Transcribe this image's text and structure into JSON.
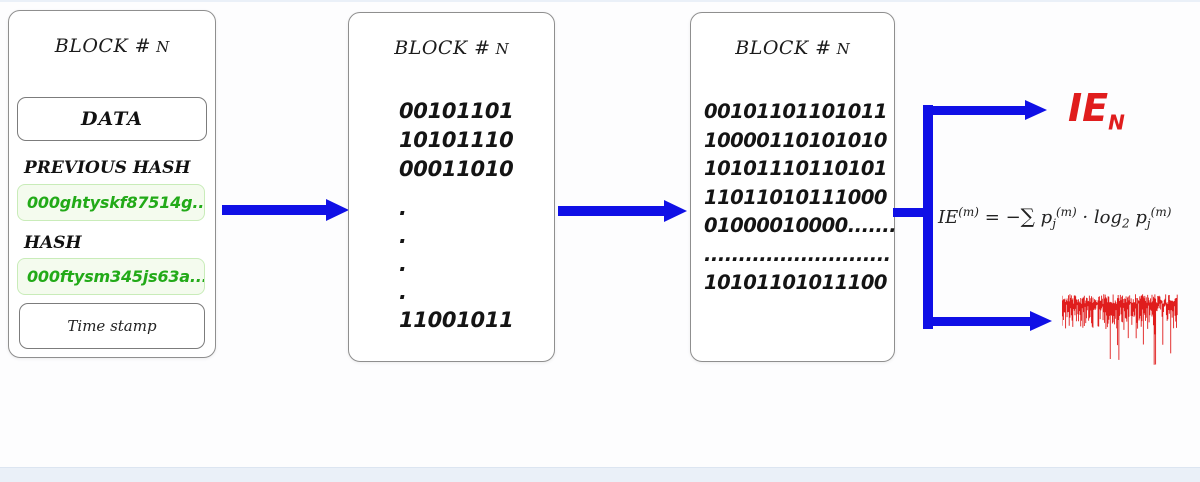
{
  "colors": {
    "arrow_blue": "#1010e6",
    "hash_green": "#22aa18",
    "hash_bg": "#f4fbee",
    "hash_border": "#c9ecb9",
    "accent_red": "#e01d1d",
    "block_border": "#8f8f8f",
    "inner_border": "#7c7c7c",
    "footer_bar": "#eaf0f8"
  },
  "block1": {
    "title": "BLOCK #",
    "title_n": "N",
    "data_label": "DATA",
    "previous_hash_label": "PREVIOUS HASH",
    "previous_hash_value": "000ghtyskf87514g...",
    "hash_label": "HASH",
    "hash_value": "000ftysm345js63a...",
    "timestamp_label": "Time stamp"
  },
  "block2": {
    "title": "BLOCK #",
    "title_n": "N",
    "lines": [
      "00101101",
      "10101110",
      "00011010"
    ],
    "dots": [
      ".",
      ".",
      ".",
      "."
    ],
    "last_line": "11001011"
  },
  "block3": {
    "title": "BLOCK #",
    "title_n": "N",
    "lines": [
      "00101101101011",
      "10000110101010",
      "10101110110101",
      "11011010111000",
      "01000010000.......",
      "...........................",
      "10101101011100"
    ]
  },
  "entropy": {
    "label_base": "IE",
    "label_sub": "N",
    "formula": {
      "lhs_base": "IE",
      "lhs_sup": "(m)",
      "equals": "=",
      "minus": "−",
      "sigma": "∑",
      "p_base": "p",
      "p_sub": "j",
      "p_sup": "(m)",
      "cdot": "·",
      "log_base": "log",
      "log_sub": "2",
      "p2_base": "p",
      "p2_sub": "j",
      "p2_sup": "(m)"
    }
  }
}
